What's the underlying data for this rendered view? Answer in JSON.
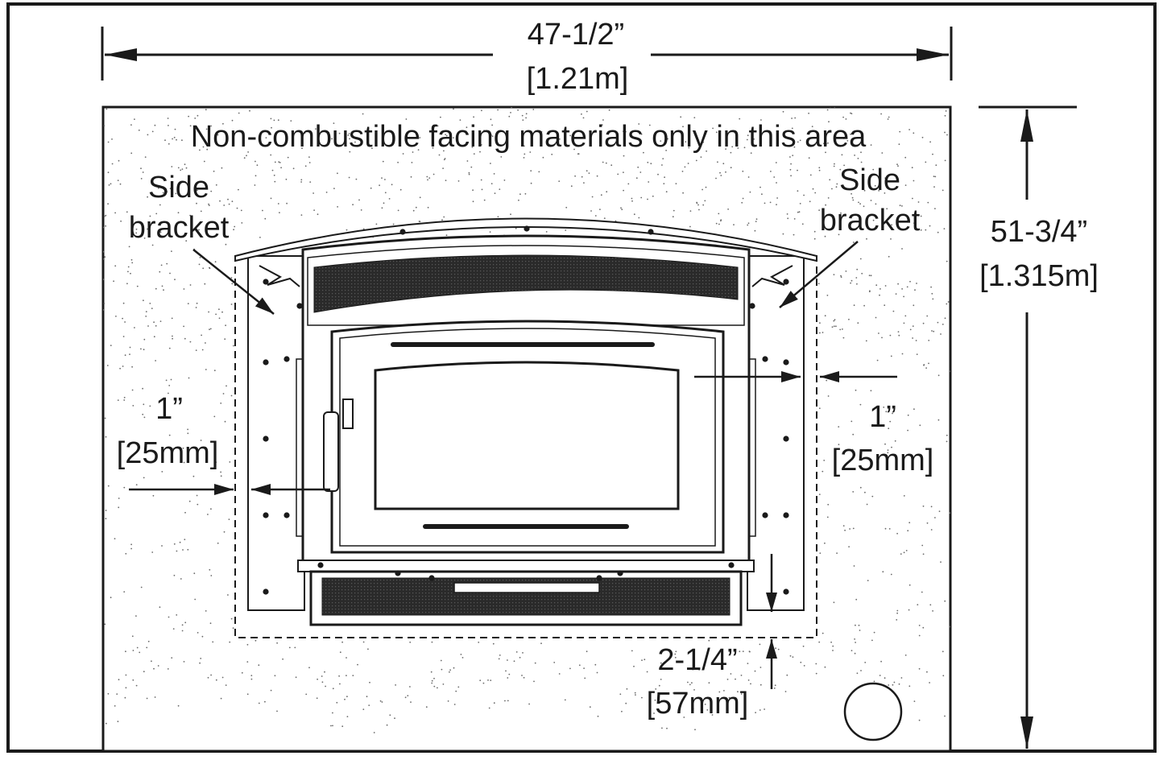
{
  "labels": {
    "width_imperial": "47-1/2”",
    "width_metric": "[1.21m]",
    "height_imperial": "51-3/4”",
    "height_metric": "[1.315m]",
    "area_note": "Non-combustible facing materials only in this area",
    "side_bracket_left_1": "Side",
    "side_bracket_left_2": "bracket",
    "side_bracket_right_1": "Side",
    "side_bracket_right_2": "bracket",
    "left_gap_imperial": "1”",
    "left_gap_metric": "[25mm]",
    "right_gap_imperial": "1”",
    "right_gap_metric": "[25mm]",
    "bottom_gap_imperial": "2-1/4”",
    "bottom_gap_metric": "[57mm]"
  },
  "colors": {
    "line": "#1a1a1a",
    "stipple": "#6a6a6a",
    "panel_fill": "#ffffff",
    "grille": "#2a2a2a"
  },
  "icons": {
    "arrow": "arrowhead-icon",
    "handle": "door-handle-icon",
    "corner_circle": "circle-icon"
  }
}
